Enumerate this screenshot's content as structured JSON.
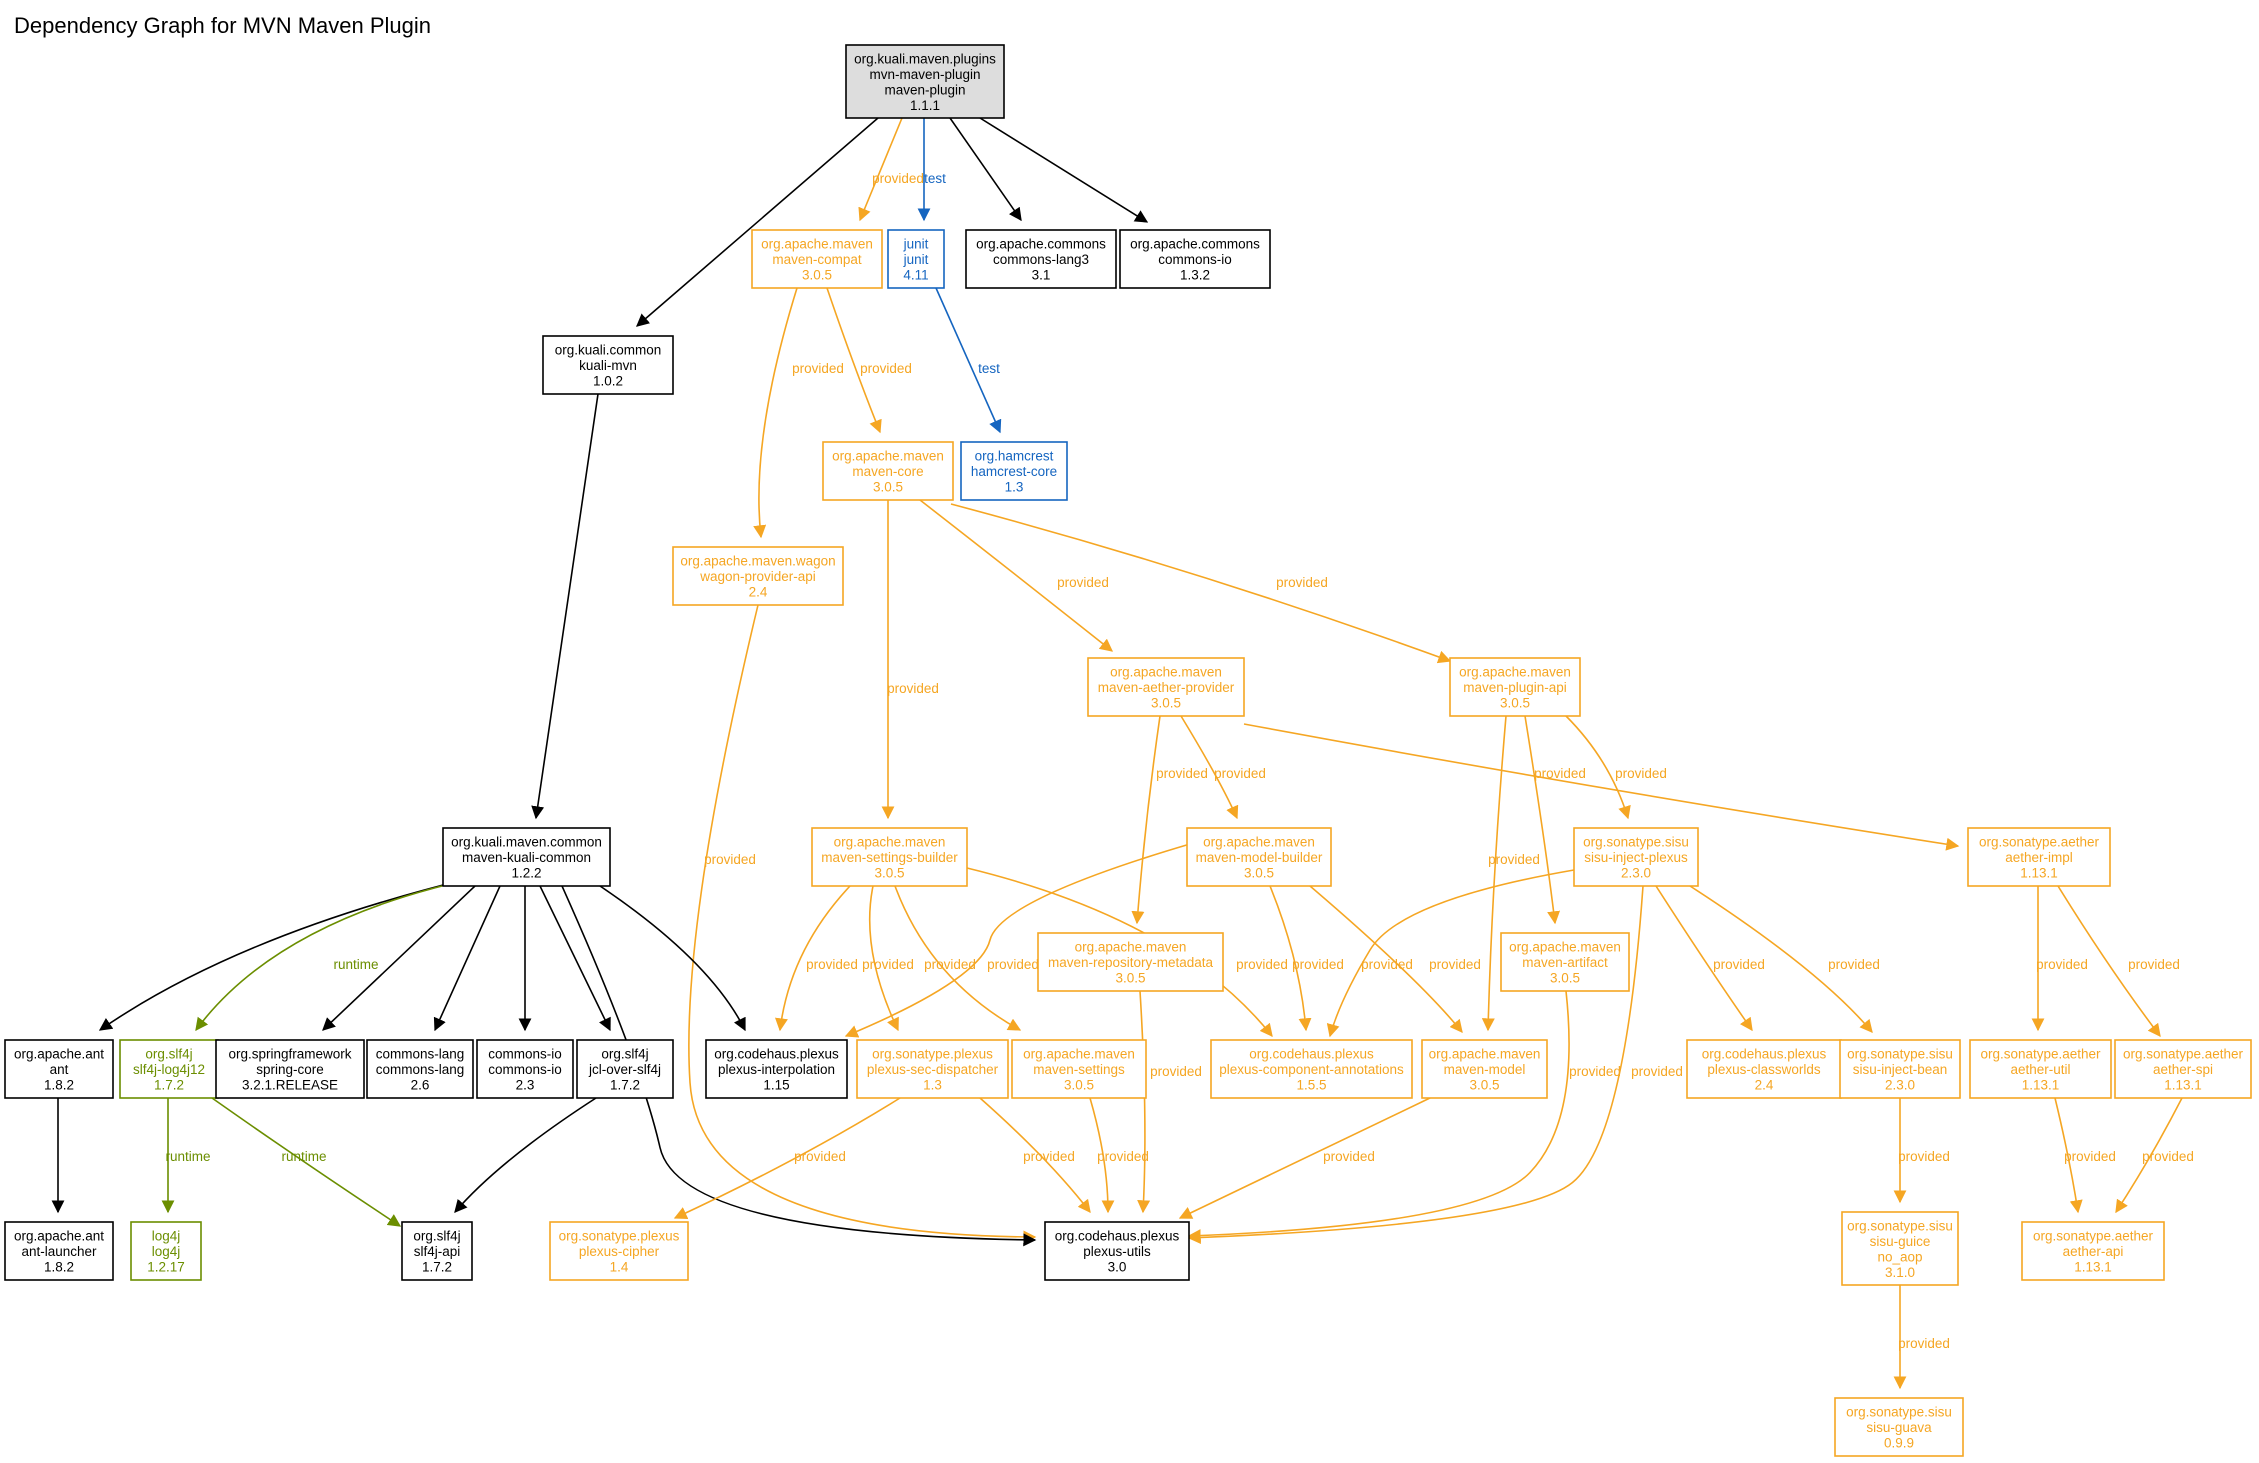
{
  "title": "Dependency Graph for MVN Maven Plugin",
  "colors": {
    "compile": "#000000",
    "provided": "#f5a623",
    "test": "#1565c0",
    "runtime": "#6b8e00",
    "root_fill": "#dddddd",
    "node_fill": "#ffffff"
  },
  "nodes": [
    {
      "id": "root",
      "scope": "compile",
      "root": true,
      "lines": [
        "org.kuali.maven.plugins",
        "mvn-maven-plugin",
        "maven-plugin",
        "1.1.1"
      ]
    },
    {
      "id": "maven-compat",
      "scope": "provided",
      "lines": [
        "org.apache.maven",
        "maven-compat",
        "3.0.5"
      ]
    },
    {
      "id": "junit",
      "scope": "test",
      "lines": [
        "junit",
        "junit",
        "4.11"
      ]
    },
    {
      "id": "commons-lang3",
      "scope": "compile",
      "lines": [
        "org.apache.commons",
        "commons-lang3",
        "3.1"
      ]
    },
    {
      "id": "commons-io-132",
      "scope": "compile",
      "lines": [
        "org.apache.commons",
        "commons-io",
        "1.3.2"
      ]
    },
    {
      "id": "kuali-mvn",
      "scope": "compile",
      "lines": [
        "org.kuali.common",
        "kuali-mvn",
        "1.0.2"
      ]
    },
    {
      "id": "maven-core",
      "scope": "provided",
      "lines": [
        "org.apache.maven",
        "maven-core",
        "3.0.5"
      ]
    },
    {
      "id": "hamcrest-core",
      "scope": "test",
      "lines": [
        "org.hamcrest",
        "hamcrest-core",
        "1.3"
      ]
    },
    {
      "id": "wagon-provider-api",
      "scope": "provided",
      "lines": [
        "org.apache.maven.wagon",
        "wagon-provider-api",
        "2.4"
      ]
    },
    {
      "id": "maven-aether-provider",
      "scope": "provided",
      "lines": [
        "org.apache.maven",
        "maven-aether-provider",
        "3.0.5"
      ]
    },
    {
      "id": "maven-plugin-api",
      "scope": "provided",
      "lines": [
        "org.apache.maven",
        "maven-plugin-api",
        "3.0.5"
      ]
    },
    {
      "id": "maven-kuali-common",
      "scope": "compile",
      "lines": [
        "org.kuali.maven.common",
        "maven-kuali-common",
        "1.2.2"
      ]
    },
    {
      "id": "maven-settings-builder",
      "scope": "provided",
      "lines": [
        "org.apache.maven",
        "maven-settings-builder",
        "3.0.5"
      ]
    },
    {
      "id": "maven-model-builder",
      "scope": "provided",
      "lines": [
        "org.apache.maven",
        "maven-model-builder",
        "3.0.5"
      ]
    },
    {
      "id": "sisu-inject-plexus",
      "scope": "provided",
      "lines": [
        "org.sonatype.sisu",
        "sisu-inject-plexus",
        "2.3.0"
      ]
    },
    {
      "id": "aether-impl",
      "scope": "provided",
      "lines": [
        "org.sonatype.aether",
        "aether-impl",
        "1.13.1"
      ]
    },
    {
      "id": "maven-repository-metadata",
      "scope": "provided",
      "lines": [
        "org.apache.maven",
        "maven-repository-metadata",
        "3.0.5"
      ]
    },
    {
      "id": "maven-artifact",
      "scope": "provided",
      "lines": [
        "org.apache.maven",
        "maven-artifact",
        "3.0.5"
      ]
    },
    {
      "id": "ant",
      "scope": "compile",
      "lines": [
        "org.apache.ant",
        "ant",
        "1.8.2"
      ]
    },
    {
      "id": "slf4j-log4j12",
      "scope": "runtime",
      "lines": [
        "org.slf4j",
        "slf4j-log4j12",
        "1.7.2"
      ]
    },
    {
      "id": "spring-core",
      "scope": "compile",
      "lines": [
        "org.springframework",
        "spring-core",
        "3.2.1.RELEASE"
      ]
    },
    {
      "id": "commons-lang",
      "scope": "compile",
      "lines": [
        "commons-lang",
        "commons-lang",
        "2.6"
      ]
    },
    {
      "id": "commons-io-23",
      "scope": "compile",
      "lines": [
        "commons-io",
        "commons-io",
        "2.3"
      ]
    },
    {
      "id": "jcl-over-slf4j",
      "scope": "compile",
      "lines": [
        "org.slf4j",
        "jcl-over-slf4j",
        "1.7.2"
      ]
    },
    {
      "id": "plexus-interpolation",
      "scope": "compile",
      "lines": [
        "org.codehaus.plexus",
        "plexus-interpolation",
        "1.15"
      ]
    },
    {
      "id": "plexus-sec-dispatcher",
      "scope": "provided",
      "lines": [
        "org.sonatype.plexus",
        "plexus-sec-dispatcher",
        "1.3"
      ]
    },
    {
      "id": "maven-settings",
      "scope": "provided",
      "lines": [
        "org.apache.maven",
        "maven-settings",
        "3.0.5"
      ]
    },
    {
      "id": "plexus-component-annotations",
      "scope": "provided",
      "lines": [
        "org.codehaus.plexus",
        "plexus-component-annotations",
        "1.5.5"
      ]
    },
    {
      "id": "maven-model",
      "scope": "provided",
      "lines": [
        "org.apache.maven",
        "maven-model",
        "3.0.5"
      ]
    },
    {
      "id": "plexus-classworlds",
      "scope": "provided",
      "lines": [
        "org.codehaus.plexus",
        "plexus-classworlds",
        "2.4"
      ]
    },
    {
      "id": "sisu-inject-bean",
      "scope": "provided",
      "lines": [
        "org.sonatype.sisu",
        "sisu-inject-bean",
        "2.3.0"
      ]
    },
    {
      "id": "aether-util",
      "scope": "provided",
      "lines": [
        "org.sonatype.aether",
        "aether-util",
        "1.13.1"
      ]
    },
    {
      "id": "aether-spi",
      "scope": "provided",
      "lines": [
        "org.sonatype.aether",
        "aether-spi",
        "1.13.1"
      ]
    },
    {
      "id": "ant-launcher",
      "scope": "compile",
      "lines": [
        "org.apache.ant",
        "ant-launcher",
        "1.8.2"
      ]
    },
    {
      "id": "log4j",
      "scope": "runtime",
      "lines": [
        "log4j",
        "log4j",
        "1.2.17"
      ]
    },
    {
      "id": "slf4j-api",
      "scope": "compile",
      "lines": [
        "org.slf4j",
        "slf4j-api",
        "1.7.2"
      ]
    },
    {
      "id": "plexus-cipher",
      "scope": "provided",
      "lines": [
        "org.sonatype.plexus",
        "plexus-cipher",
        "1.4"
      ]
    },
    {
      "id": "plexus-utils",
      "scope": "compile",
      "lines": [
        "org.codehaus.plexus",
        "plexus-utils",
        "3.0"
      ]
    },
    {
      "id": "sisu-guice",
      "scope": "provided",
      "lines": [
        "org.sonatype.sisu",
        "sisu-guice",
        "no_aop",
        "3.1.0"
      ]
    },
    {
      "id": "aether-api",
      "scope": "provided",
      "lines": [
        "org.sonatype.aether",
        "aether-api",
        "1.13.1"
      ]
    },
    {
      "id": "sisu-guava",
      "scope": "provided",
      "lines": [
        "org.sonatype.sisu",
        "sisu-guava",
        "0.9.9"
      ]
    }
  ],
  "edges": [
    {
      "from": "root",
      "to": "maven-compat",
      "scope": "provided",
      "label": "provided"
    },
    {
      "from": "root",
      "to": "junit",
      "scope": "test",
      "label": "test"
    },
    {
      "from": "root",
      "to": "commons-lang3",
      "scope": "compile",
      "label": ""
    },
    {
      "from": "root",
      "to": "commons-io-132",
      "scope": "compile",
      "label": ""
    },
    {
      "from": "root",
      "to": "kuali-mvn",
      "scope": "compile",
      "label": ""
    },
    {
      "from": "maven-compat",
      "to": "wagon-provider-api",
      "scope": "provided",
      "label": "provided"
    },
    {
      "from": "maven-compat",
      "to": "maven-core",
      "scope": "provided",
      "label": "provided"
    },
    {
      "from": "junit",
      "to": "hamcrest-core",
      "scope": "test",
      "label": "test"
    },
    {
      "from": "kuali-mvn",
      "to": "maven-kuali-common",
      "scope": "compile",
      "label": ""
    },
    {
      "from": "maven-core",
      "to": "maven-settings-builder",
      "scope": "provided",
      "label": "provided"
    },
    {
      "from": "maven-core",
      "to": "maven-aether-provider",
      "scope": "provided",
      "label": "provided"
    },
    {
      "from": "maven-core",
      "to": "maven-plugin-api",
      "scope": "provided",
      "label": "provided"
    },
    {
      "from": "wagon-provider-api",
      "to": "plexus-utils",
      "scope": "provided",
      "label": "provided"
    },
    {
      "from": "maven-aether-provider",
      "to": "maven-repository-metadata",
      "scope": "provided",
      "label": "provided"
    },
    {
      "from": "maven-aether-provider",
      "to": "maven-model-builder",
      "scope": "provided",
      "label": "provided"
    },
    {
      "from": "maven-aether-provider",
      "to": "aether-impl",
      "scope": "provided",
      "label": ""
    },
    {
      "from": "maven-plugin-api",
      "to": "maven-model",
      "scope": "provided",
      "label": "provided"
    },
    {
      "from": "maven-plugin-api",
      "to": "maven-artifact",
      "scope": "provided",
      "label": "provided"
    },
    {
      "from": "maven-plugin-api",
      "to": "sisu-inject-plexus",
      "scope": "provided",
      "label": "provided"
    },
    {
      "from": "maven-kuali-common",
      "to": "ant",
      "scope": "compile",
      "label": ""
    },
    {
      "from": "maven-kuali-common",
      "to": "slf4j-log4j12",
      "scope": "runtime",
      "label": "runtime"
    },
    {
      "from": "maven-kuali-common",
      "to": "spring-core",
      "scope": "compile",
      "label": ""
    },
    {
      "from": "maven-kuali-common",
      "to": "commons-lang",
      "scope": "compile",
      "label": ""
    },
    {
      "from": "maven-kuali-common",
      "to": "commons-io-23",
      "scope": "compile",
      "label": ""
    },
    {
      "from": "maven-kuali-common",
      "to": "jcl-over-slf4j",
      "scope": "compile",
      "label": ""
    },
    {
      "from": "maven-kuali-common",
      "to": "plexus-interpolation",
      "scope": "compile",
      "label": ""
    },
    {
      "from": "maven-kuali-common",
      "to": "plexus-utils",
      "scope": "compile",
      "label": ""
    },
    {
      "from": "maven-settings-builder",
      "to": "plexus-interpolation",
      "scope": "provided",
      "label": "provided"
    },
    {
      "from": "maven-settings-builder",
      "to": "plexus-sec-dispatcher",
      "scope": "provided",
      "label": "provided"
    },
    {
      "from": "maven-settings-builder",
      "to": "maven-settings",
      "scope": "provided",
      "label": "provided"
    },
    {
      "from": "maven-settings-builder",
      "to": "plexus-component-annotations",
      "scope": "provided",
      "label": "provided"
    },
    {
      "from": "maven-model-builder",
      "to": "plexus-interpolation",
      "scope": "provided",
      "label": "provided"
    },
    {
      "from": "maven-model-builder",
      "to": "plexus-component-annotations",
      "scope": "provided",
      "label": "provided"
    },
    {
      "from": "maven-model-builder",
      "to": "maven-model",
      "scope": "provided",
      "label": "provided"
    },
    {
      "from": "sisu-inject-plexus",
      "to": "plexus-component-annotations",
      "scope": "provided",
      "label": "provided"
    },
    {
      "from": "sisu-inject-plexus",
      "to": "plexus-utils",
      "scope": "provided",
      "label": "provided"
    },
    {
      "from": "sisu-inject-plexus",
      "to": "plexus-classworlds",
      "scope": "provided",
      "label": "provided"
    },
    {
      "from": "sisu-inject-plexus",
      "to": "sisu-inject-bean",
      "scope": "provided",
      "label": "provided"
    },
    {
      "from": "aether-impl",
      "to": "aether-util",
      "scope": "provided",
      "label": "provided"
    },
    {
      "from": "aether-impl",
      "to": "aether-spi",
      "scope": "provided",
      "label": "provided"
    },
    {
      "from": "maven-repository-metadata",
      "to": "plexus-utils",
      "scope": "provided",
      "label": "provided"
    },
    {
      "from": "maven-artifact",
      "to": "plexus-utils",
      "scope": "provided",
      "label": "provided"
    },
    {
      "from": "ant",
      "to": "ant-launcher",
      "scope": "compile",
      "label": ""
    },
    {
      "from": "slf4j-log4j12",
      "to": "log4j",
      "scope": "runtime",
      "label": "runtime"
    },
    {
      "from": "slf4j-log4j12",
      "to": "slf4j-api",
      "scope": "runtime",
      "label": "runtime"
    },
    {
      "from": "jcl-over-slf4j",
      "to": "slf4j-api",
      "scope": "compile",
      "label": ""
    },
    {
      "from": "plexus-sec-dispatcher",
      "to": "plexus-cipher",
      "scope": "provided",
      "label": "provided"
    },
    {
      "from": "plexus-sec-dispatcher",
      "to": "plexus-utils",
      "scope": "provided",
      "label": "provided"
    },
    {
      "from": "maven-settings",
      "to": "plexus-utils",
      "scope": "provided",
      "label": "provided"
    },
    {
      "from": "maven-model",
      "to": "plexus-utils",
      "scope": "provided",
      "label": "provided"
    },
    {
      "from": "sisu-inject-bean",
      "to": "sisu-guice",
      "scope": "provided",
      "label": "provided"
    },
    {
      "from": "aether-util",
      "to": "aether-api",
      "scope": "provided",
      "label": "provided"
    },
    {
      "from": "aether-spi",
      "to": "aether-api",
      "scope": "provided",
      "label": "provided"
    },
    {
      "from": "sisu-guice",
      "to": "sisu-guava",
      "scope": "provided",
      "label": "provided"
    }
  ]
}
